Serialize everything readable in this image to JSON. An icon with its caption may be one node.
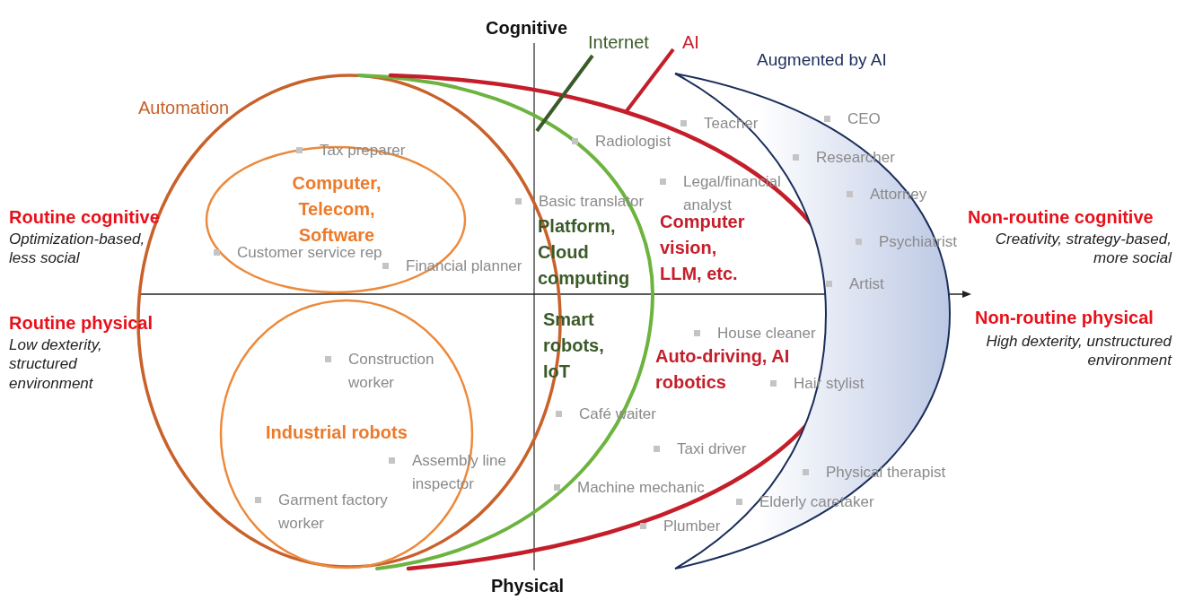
{
  "diagram": {
    "nodes": [
      {
        "text": [
          "Automation"
        ]
      },
      {
        "text": [
          "Computer, Telecom, Software"
        ],
        "in": 0
      },
      {
        "text": [
          "Industrial robots"
        ],
        "in": 0
      },
      {
        "text": [
          "Internet"
        ]
      },
      {
        "text": [
          "Platform, Cloud computing",
          "Smart robots, IoT"
        ]
      },
      {
        "text": [
          "AI"
        ]
      },
      {
        "text": [
          "Computer vision, LLM, etc.",
          "Auto-driving, AI robotics"
        ]
      },
      {
        "text": [
          "Augmented by AI"
        ]
      }
    ],
    "edges": [
      {
        "from": 3,
        "to": 4,
        "arrow": "none"
      },
      {
        "from": 5,
        "to": 6,
        "arrow": "none",
        "color": "#c41e2a"
      }
    ],
    "labels": [
      "Cognitive",
      "CEO",
      "Teacher",
      "Radiologist",
      "Tax preparer",
      "Researcher",
      "Legal/financial analyst",
      "Attorney",
      "Basic translator",
      "Routine cognitive",
      "Non-routine cognitive",
      "Optimization-based, less social",
      "Creativity, strategy-based, more social",
      "Psychiatrist",
      "Customer service rep",
      "Financial planner",
      "Artist",
      "Routine physical",
      "Non-routine physical",
      "Low dexterity, structured environment",
      "High dexterity, unstructured environment",
      "House cleaner",
      "Construction worker",
      "Hair stylist",
      "Café waiter",
      "Taxi driver",
      "Assembly line inspector",
      "Physical therapist",
      "Machine mechanic",
      "Garment factory worker",
      "Elderly caretaker",
      "Plumber",
      "Physical"
    ]
  }
}
